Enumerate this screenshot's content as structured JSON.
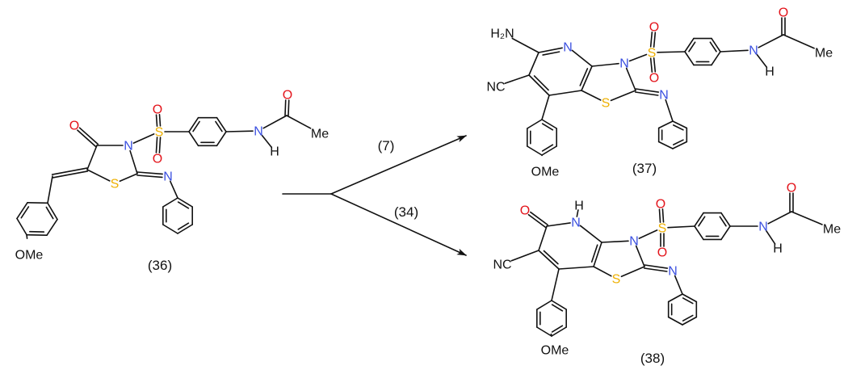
{
  "scheme": {
    "starting_material": {
      "label": "(36)"
    },
    "products": [
      {
        "label": "(37)",
        "reagent": "(7)"
      },
      {
        "label": "(38)",
        "reagent": "(34)"
      }
    ]
  },
  "atoms": {
    "O": "O",
    "N": "N",
    "S": "S",
    "H": "H",
    "Me": "Me",
    "OMe": "OMe",
    "NC": "NC",
    "H2N": "H₂N"
  },
  "colors": {
    "O": "#e3141b",
    "N": "#3a4fe0",
    "S": "#eeb000",
    "C": "#111111",
    "bond": "#111111"
  }
}
